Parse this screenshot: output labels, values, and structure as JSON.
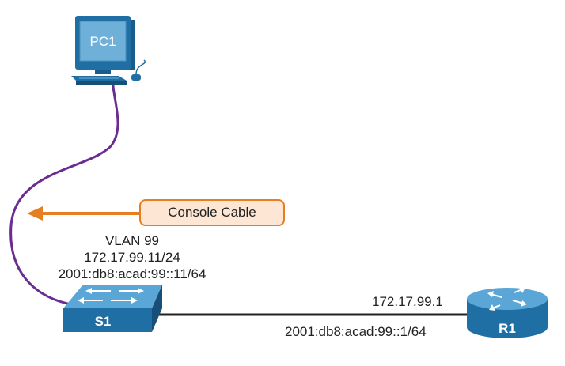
{
  "devices": {
    "pc": {
      "label": "PC1",
      "icon": "pc-icon"
    },
    "switch": {
      "label": "S1",
      "icon": "switch-icon"
    },
    "router": {
      "label": "R1",
      "icon": "router-icon"
    }
  },
  "callout": {
    "text": "Console Cable"
  },
  "switch_info": {
    "vlan": "VLAN 99",
    "ipv4": "172.17.99.11/24",
    "ipv6": "2001:db8:acad:99::11/64"
  },
  "router_info": {
    "ipv4": "172.17.99.1",
    "ipv6": "2001:db8:acad:99::1/64"
  },
  "colors": {
    "device_blue": "#1f6fa5",
    "console_cable": "#6a2c91",
    "ethernet_cable": "#222222",
    "callout_border": "#e67e22",
    "callout_fill": "#fde6d4"
  }
}
